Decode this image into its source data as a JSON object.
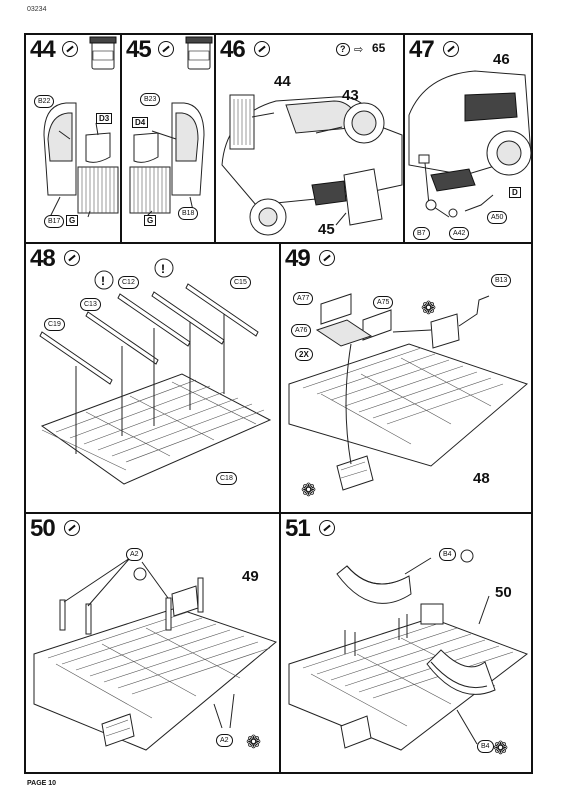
{
  "document": {
    "code": "03234",
    "page": "PAGE 10"
  },
  "steps": {
    "s44": {
      "number": "44",
      "callouts": [
        "B22",
        "D3",
        "B17",
        "G"
      ]
    },
    "s45": {
      "number": "45",
      "callouts": [
        "B23",
        "D4",
        "G",
        "B18"
      ]
    },
    "s46": {
      "number": "46",
      "ref_help": "?",
      "ref_page": "65",
      "labels": [
        "44",
        "43",
        "45"
      ]
    },
    "s47": {
      "number": "47",
      "labels": [
        "46"
      ],
      "callouts": [
        "D",
        "A50",
        "B7",
        "A42"
      ]
    },
    "s48": {
      "number": "48",
      "callouts": [
        "C12",
        "C15",
        "C13",
        "C19",
        "C18"
      ]
    },
    "s49": {
      "number": "49",
      "callouts": [
        "A77",
        "A75",
        "B13",
        "A76",
        "2X"
      ],
      "labels": [
        "48"
      ]
    },
    "s50": {
      "number": "50",
      "callouts": [
        "A2",
        "A2"
      ],
      "labels": [
        "49"
      ]
    },
    "s51": {
      "number": "51",
      "callouts": [
        "B4",
        "B4"
      ],
      "labels": [
        "50"
      ]
    }
  },
  "icons": [
    "glue-icon",
    "paint-icon",
    "attention-icon",
    "asterisk-icon",
    "question-icon",
    "arrow-right-icon",
    "decal-icon"
  ]
}
